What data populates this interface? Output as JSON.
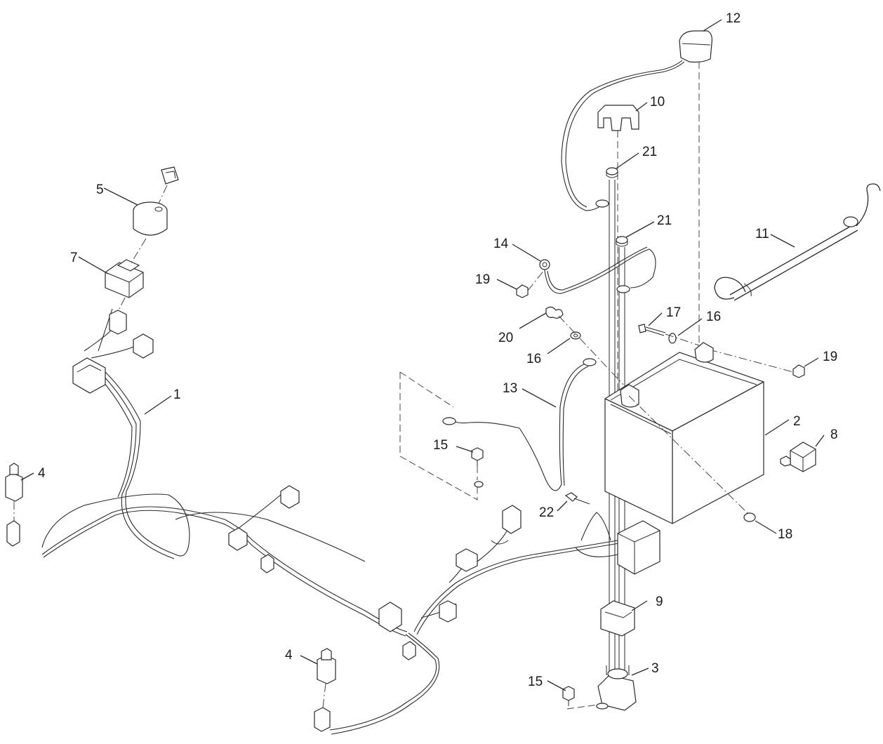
{
  "diagram": {
    "callouts": {
      "c1": "1",
      "c2": "2",
      "c3": "3",
      "c4a": "4",
      "c4b": "4",
      "c5": "5",
      "c7": "7",
      "c8": "8",
      "c9": "9",
      "c10": "10",
      "c11": "11",
      "c12": "12",
      "c13": "13",
      "c14": "14",
      "c15a": "15",
      "c15b": "15",
      "c16a": "16",
      "c16b": "16",
      "c17": "17",
      "c18": "18",
      "c19a": "19",
      "c19b": "19",
      "c20": "20",
      "c21a": "21",
      "c21b": "21",
      "c22": "22"
    }
  }
}
